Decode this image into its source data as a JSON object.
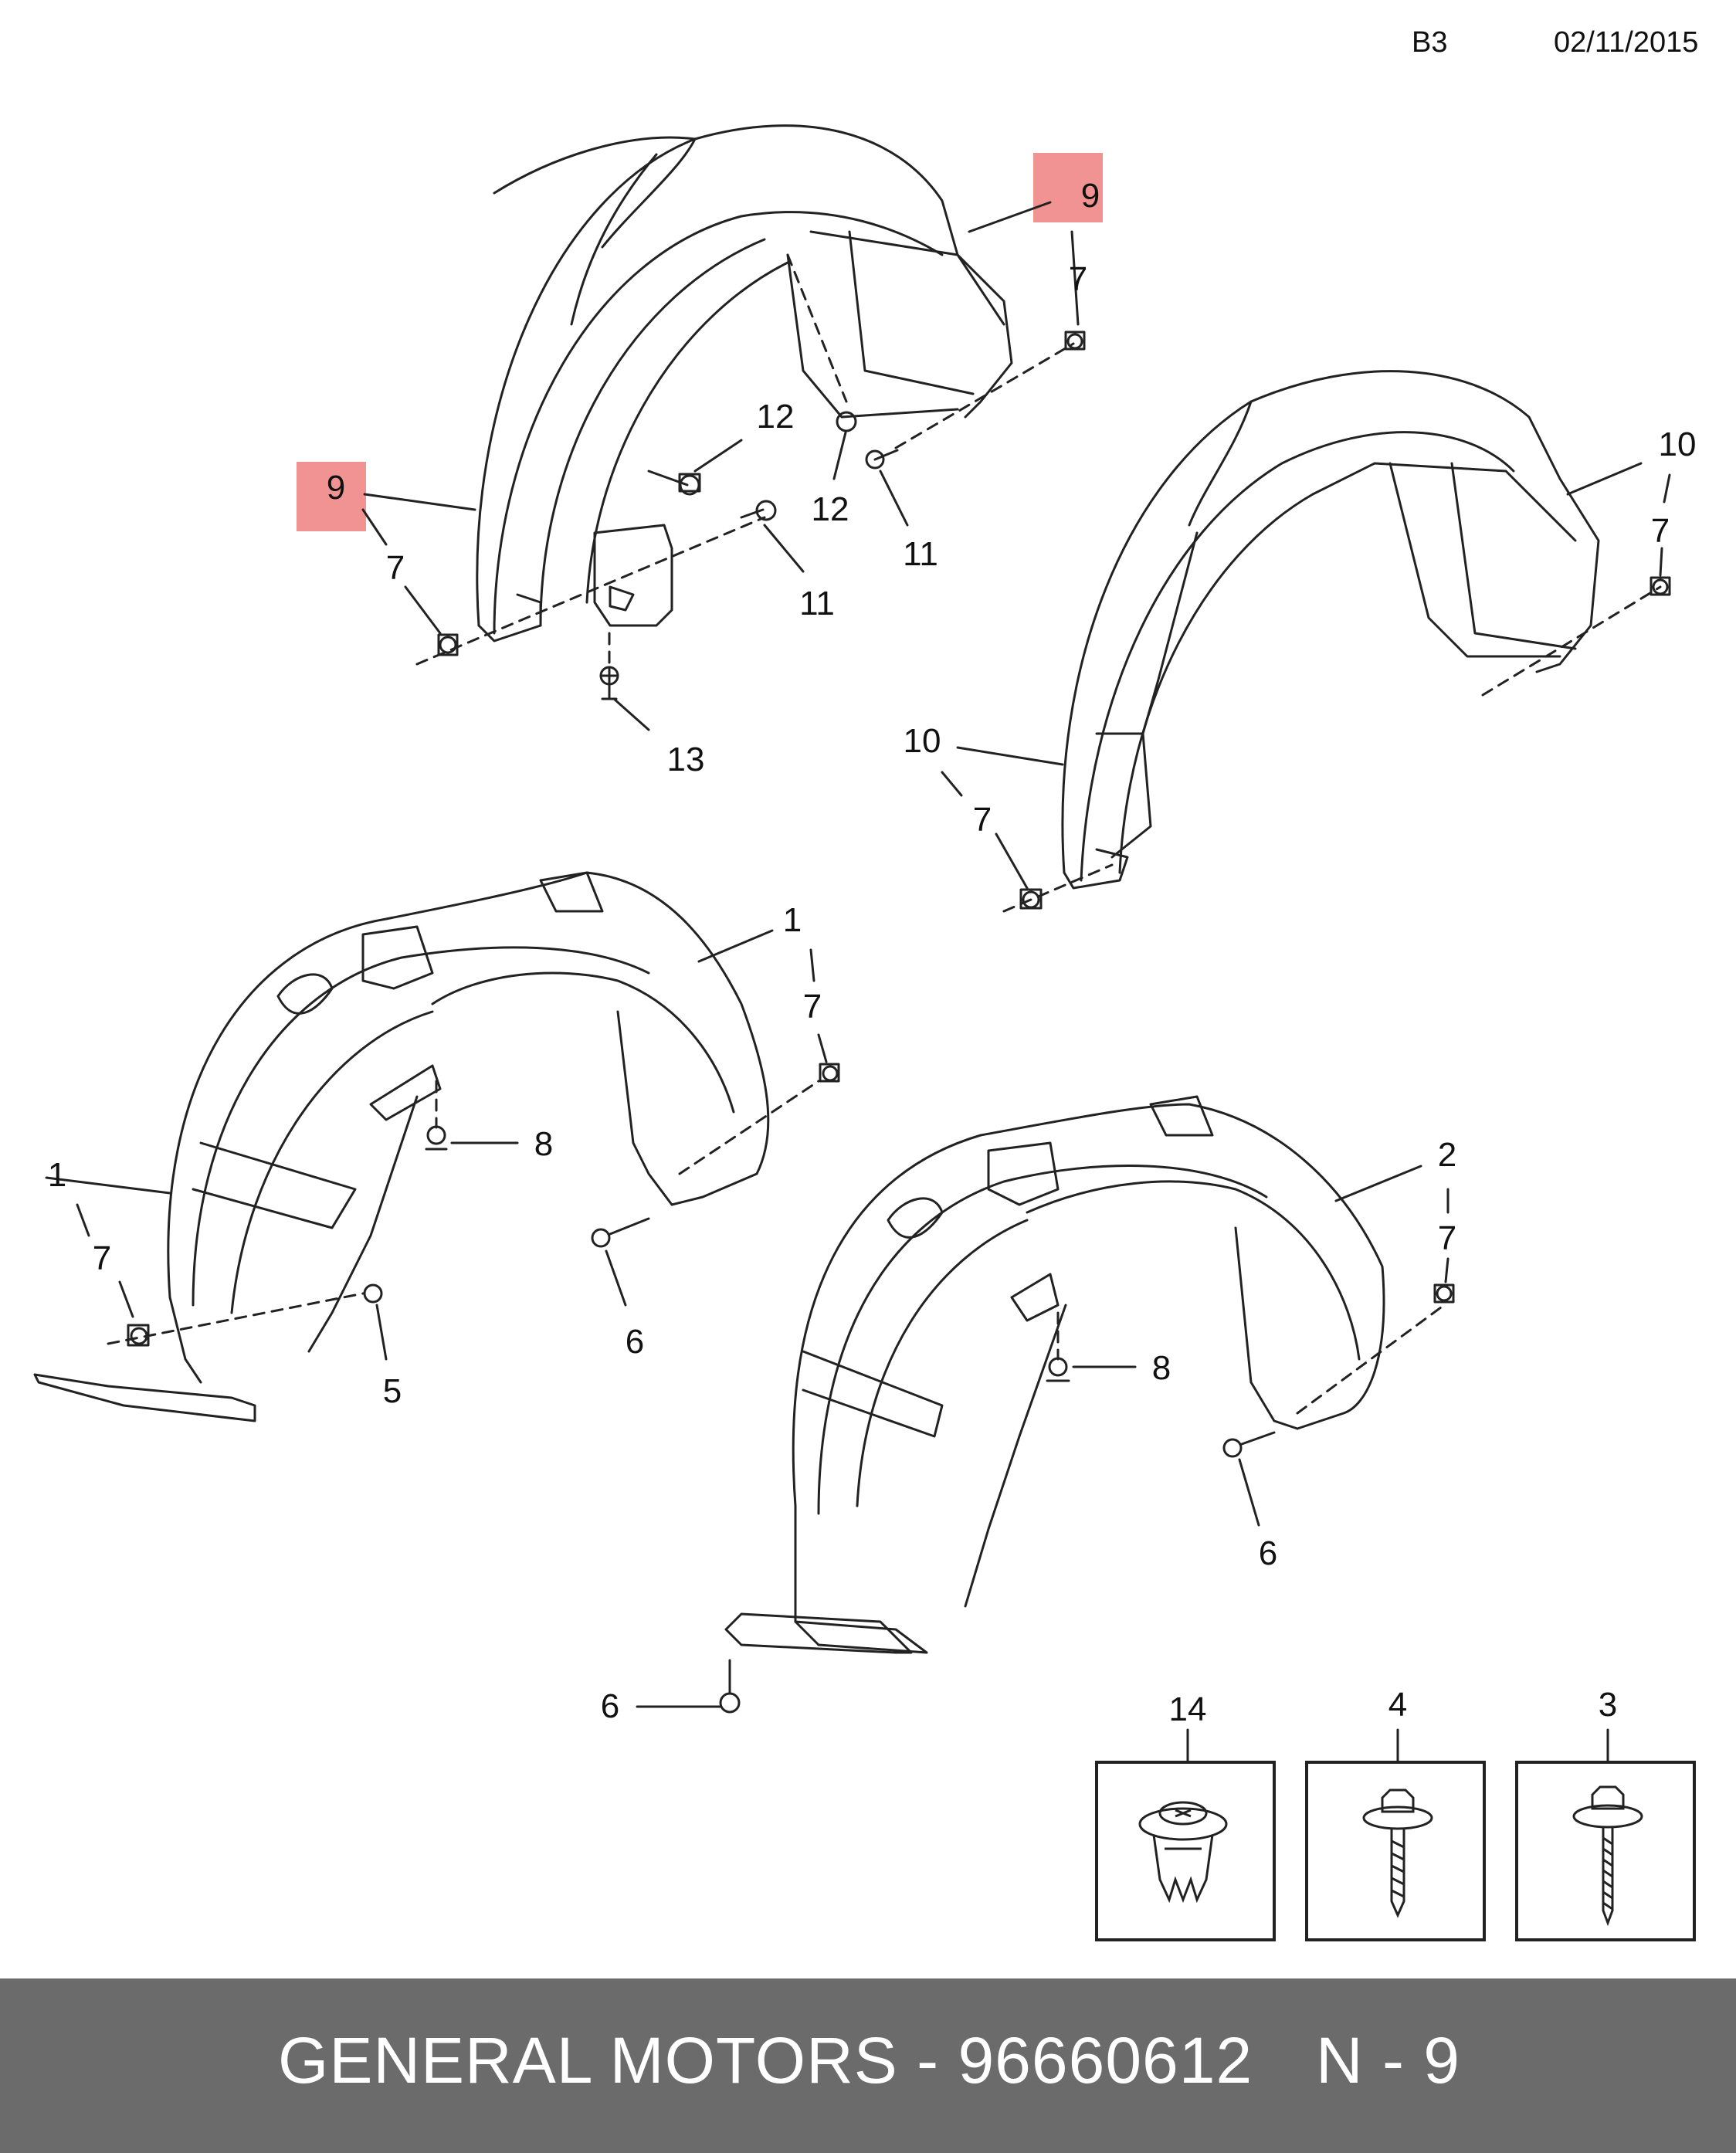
{
  "header": {
    "code": "B3",
    "date": "02/11/2015"
  },
  "callouts": [
    "9",
    "7",
    "12",
    "12",
    "11",
    "9",
    "7",
    "11",
    "13",
    "10",
    "7",
    "10",
    "7",
    "1",
    "7",
    "8",
    "1",
    "7",
    "6",
    "5",
    "2",
    "7",
    "8",
    "6",
    "6",
    "14",
    "4",
    "3"
  ],
  "legend": {
    "items": [
      "14",
      "4",
      "3"
    ]
  },
  "footer": {
    "brand": "GENERAL MOTORS - 96660612",
    "page": "N - 9"
  },
  "colors": {
    "highlight": "#f08080",
    "footer_bg": "#6b6b6b",
    "line": "#222222"
  }
}
